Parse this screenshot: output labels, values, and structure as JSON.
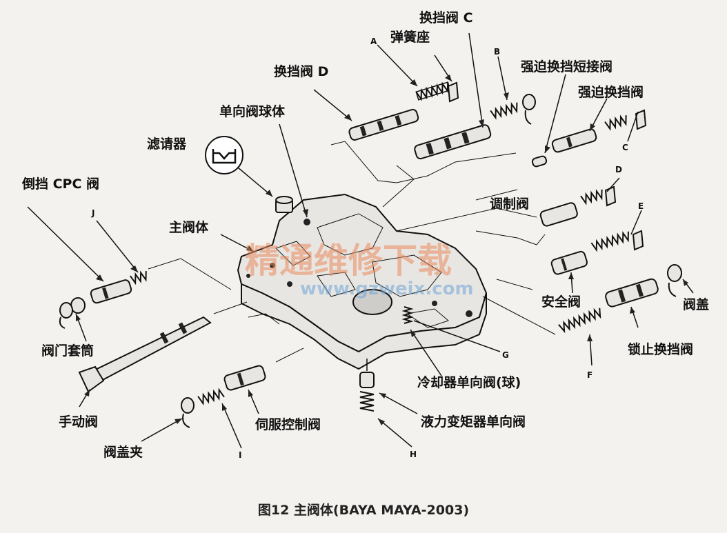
{
  "labels": {
    "shift_valve_c": "换挡阀 C",
    "spring_seat": "弹簧座",
    "a": "A",
    "b": "B",
    "shift_valve_d": "换挡阀 D",
    "forced_short_valve": "强迫换挡短接阀",
    "forced_shift_valve": "强迫换挡阀",
    "check_ball": "单向阀球体",
    "filter": "滤请器",
    "c": "C",
    "reverse_cpc": "倒挡 CPC 阀",
    "d": "D",
    "j": "J",
    "modulator": "调制阀",
    "main_body": "主阀体",
    "e": "E",
    "safety_valve": "安全阀",
    "valve_cap_right": "阀盖",
    "valve_sleeve": "阀门套筒",
    "lockup_shift": "锁止换挡阀",
    "g": "G",
    "f": "F",
    "manual_valve": "手动阀",
    "cooler_check": "冷却器单向阀(球)",
    "servo_control": "伺服控制阀",
    "converter_check": "液力变矩器单向阀",
    "valve_clip": "阀盖夹",
    "i": "I",
    "h": "H"
  },
  "watermark": {
    "cn": "精通维修下载",
    "url": "www.gzweix.com"
  },
  "caption": "图12  主阀体(BAYA MAYA-2003)"
}
